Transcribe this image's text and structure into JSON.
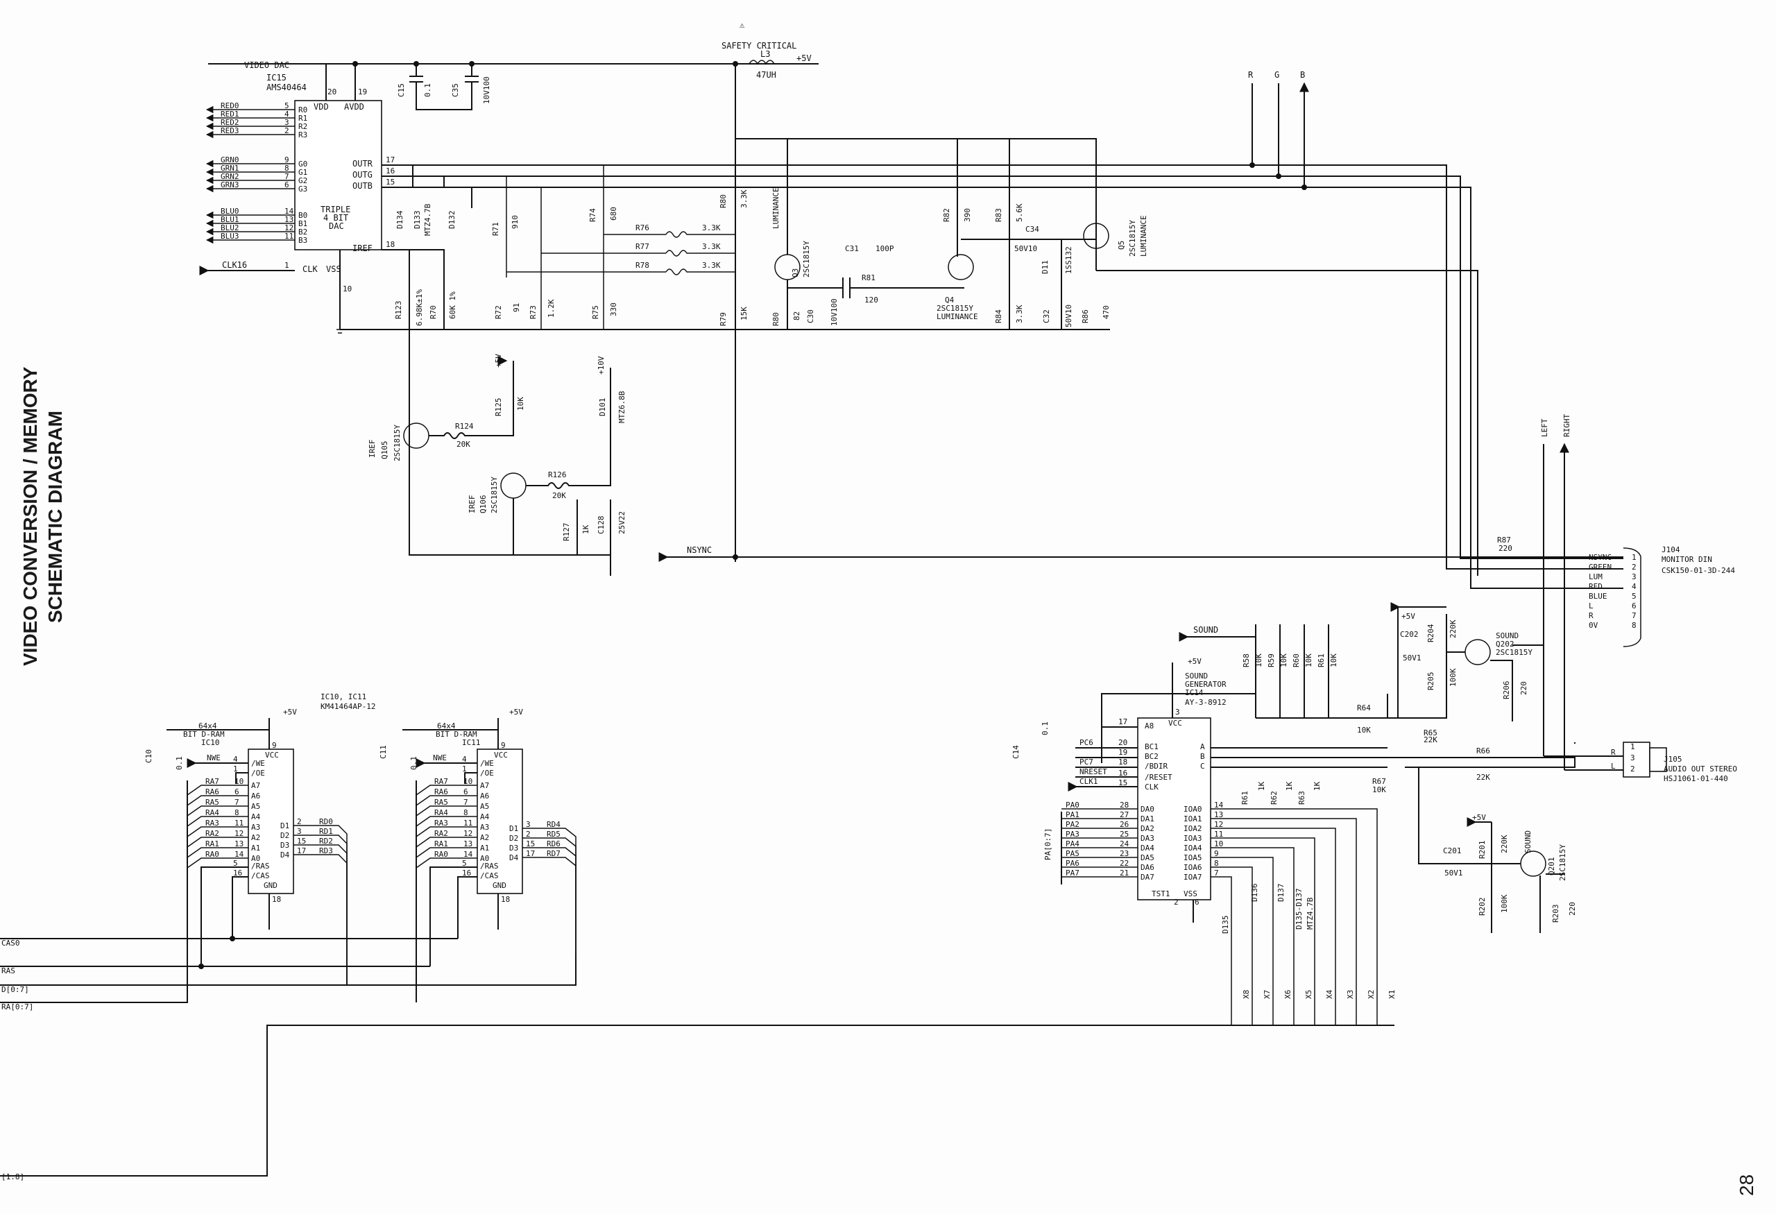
{
  "side_title": {
    "line1": "VIDEO CONVERSION / MEMORY",
    "line2": "SCHEMATIC DIAGRAM"
  },
  "page_number": "28",
  "top": {
    "safety": "SAFETY CRITICAL",
    "l3": "L3",
    "l3_value": "47UH",
    "plus5v": "+5V",
    "r": "R",
    "g": "G",
    "b": "B"
  },
  "dac": {
    "title": "VIDEO DAC",
    "ic": "IC15",
    "part": "AMS40464",
    "desc1": "TRIPLE",
    "desc2": "4 BIT",
    "desc3": "DAC",
    "vdd": "VDD",
    "avdd": "AVDD",
    "vss": "VSS",
    "iref": "IREF",
    "clk": "CLK",
    "outr": "OUTR",
    "outg": "OUTG",
    "outb": "OUTB",
    "pin_vdd": "20",
    "pin_avdd": "19",
    "pin_outr": "17",
    "pin_outg": "16",
    "pin_outb": "15",
    "pin_iref": "18",
    "pin_clk": "1",
    "pin_vss": "10",
    "inputs": [
      {
        "net": "RED0",
        "pin": "5",
        "pad": "R0"
      },
      {
        "net": "RED1",
        "pin": "4",
        "pad": "R1"
      },
      {
        "net": "RED2",
        "pin": "3",
        "pad": "R2"
      },
      {
        "net": "RED3",
        "pin": "2",
        "pad": "R3"
      },
      {
        "net": "GRN0",
        "pin": "9",
        "pad": "G0"
      },
      {
        "net": "GRN1",
        "pin": "8",
        "pad": "G1"
      },
      {
        "net": "GRN2",
        "pin": "7",
        "pad": "G2"
      },
      {
        "net": "GRN3",
        "pin": "6",
        "pad": "G3"
      },
      {
        "net": "BLU0",
        "pin": "14",
        "pad": "B0"
      },
      {
        "net": "BLU1",
        "pin": "13",
        "pad": "B1"
      },
      {
        "net": "BLU2",
        "pin": "12",
        "pad": "B2"
      },
      {
        "net": "BLU3",
        "pin": "11",
        "pad": "B3"
      }
    ],
    "clk_net": "CLK16"
  },
  "caps_top": {
    "c15": "C15",
    "c15v": "0.1",
    "c35": "C35",
    "c35v": "10V100"
  },
  "luminance": {
    "d134": "D134",
    "d133": "D133",
    "d132": "D132",
    "mtz": "MTZ4.7B",
    "r71": "R71",
    "r71v": "910",
    "r74": "R74",
    "r74v": "680",
    "r76": "R76",
    "r77": "R77",
    "r78": "R78",
    "r7xv": "3.3K",
    "r80": "R80",
    "r80v": "3.3K",
    "lum": "LUMINANCE",
    "q3": "Q3",
    "q3p": "2SC1815Y",
    "c31": "C31",
    "c31v": "100P",
    "r81": "R81",
    "r81v": "120",
    "r82": "R82",
    "r82v": "390",
    "r83": "R83",
    "r83v": "5.6K",
    "c34": "C34",
    "c34v": "50V10",
    "d11": "D11",
    "d11p": "1SS132",
    "q5": "Q5",
    "q5p": "2SC1815Y",
    "q4": "Q4",
    "q4p": "2SC1815Y",
    "lum2": "LUMINANCE",
    "r123": "R123",
    "r123v": "6.98K±1%",
    "r70": "R70",
    "r70v": "60K 1%",
    "r72": "R72",
    "r72v": "91",
    "r73": "R73",
    "r73v": "1.2K",
    "r75": "R75",
    "r75v": "330",
    "r79": "R79",
    "r79v": "15K",
    "r80b": "R80",
    "r82b": "82",
    "c30": "C30",
    "c30v": "10V100",
    "r84": "R84",
    "r84v": "3.3K",
    "c32": "C32",
    "c32v": "50V10",
    "r86": "R86",
    "r86v": "470"
  },
  "iref_block": {
    "q105": "Q105",
    "iref": "IREF",
    "q105p": "2SC1815Y",
    "r124": "R124",
    "r124v": "20K",
    "r125": "R125",
    "r125v": "10K",
    "plus5v": "+5V",
    "q106": "Q106",
    "q106p": "2SC1815Y",
    "r126": "R126",
    "r126v": "20K",
    "d101": "D101",
    "d101v": "+10V",
    "d101p": "MTZ6.8B",
    "r127": "R127",
    "r127v": "1K",
    "c128": "C128",
    "c128v": "25V22"
  },
  "nsync": "NSYNC",
  "monitor": {
    "r87": "R87",
    "r87v": "220",
    "jack": "J104",
    "name": "MONITOR DIN",
    "part": "CSK150-01-3D-244",
    "pins": [
      {
        "label": "NSYNC",
        "pin": "1"
      },
      {
        "label": "GREEN",
        "pin": "2"
      },
      {
        "label": "LUM",
        "pin": "3"
      },
      {
        "label": "RED",
        "pin": "4"
      },
      {
        "label": "BLUE",
        "pin": "5"
      },
      {
        "label": "L",
        "pin": "6"
      },
      {
        "label": "R",
        "pin": "7"
      },
      {
        "label": "0V",
        "pin": "8"
      }
    ],
    "left": "LEFT",
    "right": "RIGHT"
  },
  "sound": {
    "net": "SOUND",
    "plus5v": "+5V",
    "title1": "SOUND",
    "title2": "GENERATOR",
    "ic": "IC14",
    "part": "AY-3-8912",
    "c14": "C14",
    "c14v": "0.1",
    "r58": "R58",
    "r59": "R59",
    "r60": "R60",
    "r61": "R61",
    "r6xv": "10K",
    "vcc": "VCC",
    "vss": "VSS",
    "a8": "A8",
    "bc1": "BC1",
    "bc2": "BC2",
    "bdir": "/BDIR",
    "reset": "/RESET",
    "clk": "CLK",
    "tst1": "TST1",
    "pc6": "PC6",
    "pc7": "PC7",
    "nreset": "NRESET",
    "clk1": "CLK1",
    "pin17": "17",
    "pin20": "20",
    "pin19": "19",
    "pin18": "18",
    "pin16": "16",
    "pin15": "15",
    "pin3": "3",
    "pin2": "2",
    "pin6": "6",
    "a": "A",
    "b": "B",
    "c": "C",
    "pa_bus": "PA[0:7]",
    "da": [
      {
        "net": "PA0",
        "pin": "28",
        "pad": "DA0"
      },
      {
        "net": "PA1",
        "pin": "27",
        "pad": "DA1"
      },
      {
        "net": "PA2",
        "pin": "26",
        "pad": "DA2"
      },
      {
        "net": "PA3",
        "pin": "25",
        "pad": "DA3"
      },
      {
        "net": "PA4",
        "pin": "24",
        "pad": "DA4"
      },
      {
        "net": "PA5",
        "pin": "23",
        "pad": "DA5"
      },
      {
        "net": "PA6",
        "pin": "22",
        "pad": "DA6"
      },
      {
        "net": "PA7",
        "pin": "21",
        "pad": "DA7"
      }
    ],
    "ioa": [
      {
        "pad": "IOA0",
        "pin": "14"
      },
      {
        "pad": "IOA1",
        "pin": "13"
      },
      {
        "pad": "IOA2",
        "pin": "12"
      },
      {
        "pad": "IOA3",
        "pin": "11"
      },
      {
        "pad": "IOA4",
        "pin": "10"
      },
      {
        "pad": "IOA5",
        "pin": "9"
      },
      {
        "pad": "IOA6",
        "pin": "8"
      },
      {
        "pad": "IOA7",
        "pin": "7"
      }
    ],
    "x_labels": [
      "X8",
      "X7",
      "X6",
      "X5",
      "X4",
      "X3",
      "X2",
      "X1"
    ],
    "d135": "D135",
    "d136": "D136",
    "d137": "D137",
    "d135p": "D135-D137",
    "mtz": "MTZ4.7B",
    "r61b": "R61",
    "r62": "R62",
    "r63": "R63",
    "r1k": "1K",
    "r64": "R64",
    "r64v": "10K",
    "r65": "R65",
    "r65v": "22K",
    "r66": "R66",
    "r66v": "22K",
    "r67": "R67",
    "r67v": "10K",
    "c202": "C202",
    "c202v": "50V1",
    "r204": "R204",
    "r204v": "220K",
    "r205": "R205",
    "r205v": "100K",
    "q202": "Q202",
    "q202p": "2SC1815Y",
    "r206": "R206",
    "r206v": "220",
    "c201": "C201",
    "c201v": "50V1",
    "r201": "R201",
    "r201v": "220K",
    "r202": "R202",
    "r202v": "100K",
    "q201": "Q201",
    "q201p": "2SC1815Y",
    "r203": "R203",
    "r203v": "220",
    "jack": "J105",
    "jack_name": "AUDIO OUT STEREO",
    "jack_part": "HSJ1061-01-440",
    "jr": "R",
    "jl": "L",
    "j1": "1",
    "j2": "2",
    "j3": "3"
  },
  "ram": {
    "header1": "IC10, IC11",
    "header2": "KM41464AP-12",
    "ic10": {
      "c": "C10",
      "cv": "0.1",
      "b1": "64x4",
      "b2": "BIT D-RAM",
      "ic": "IC10",
      "plus5v": "+5V"
    },
    "ic11": {
      "c": "C11",
      "cv": "0.1",
      "b1": "64x4",
      "b2": "BIT D-RAM",
      "ic": "IC11",
      "plus5v": "+5V"
    },
    "vcc": "VCC",
    "gnd": "GND",
    "nwe": "NWE",
    "we": "/WE",
    "oe": "/OE",
    "ras": "/RAS",
    "cas": "/CAS",
    "pin_vcc": "9",
    "pin_gnd": "18",
    "pin_we": "4",
    "pin_oe": "1",
    "pin_ras": "5",
    "pin_cas": "16",
    "addr": [
      {
        "net": "RA7",
        "pin": "10",
        "pad": "A7"
      },
      {
        "net": "RA6",
        "pin": "6",
        "pad": "A6"
      },
      {
        "net": "RA5",
        "pin": "7",
        "pad": "A5"
      },
      {
        "net": "RA4",
        "pin": "8",
        "pad": "A4"
      },
      {
        "net": "RA3",
        "pin": "11",
        "pad": "A3"
      },
      {
        "net": "RA2",
        "pin": "12",
        "pad": "A2"
      },
      {
        "net": "RA1",
        "pin": "13",
        "pad": "A1"
      },
      {
        "net": "RA0",
        "pin": "14",
        "pad": "A0"
      }
    ],
    "data10": [
      {
        "pad": "D1",
        "pin": "2",
        "net": "RD0"
      },
      {
        "pad": "D2",
        "pin": "3",
        "net": "RD1"
      },
      {
        "pad": "D3",
        "pin": "15",
        "net": "RD2"
      },
      {
        "pad": "D4",
        "pin": "17",
        "net": "RD3"
      }
    ],
    "data11": [
      {
        "pad": "D1",
        "pin": "3",
        "net": "RD4"
      },
      {
        "pad": "D2",
        "pin": "2",
        "net": "RD5"
      },
      {
        "pad": "D3",
        "pin": "15",
        "net": "RD6"
      },
      {
        "pad": "D4",
        "pin": "17",
        "net": "RD7"
      }
    ]
  },
  "buses": {
    "cas0": "CAS0",
    "nras": "RAS",
    "rd": "D[0:7]",
    "ra": "RA[0:7]",
    "x": "[1:8]"
  }
}
